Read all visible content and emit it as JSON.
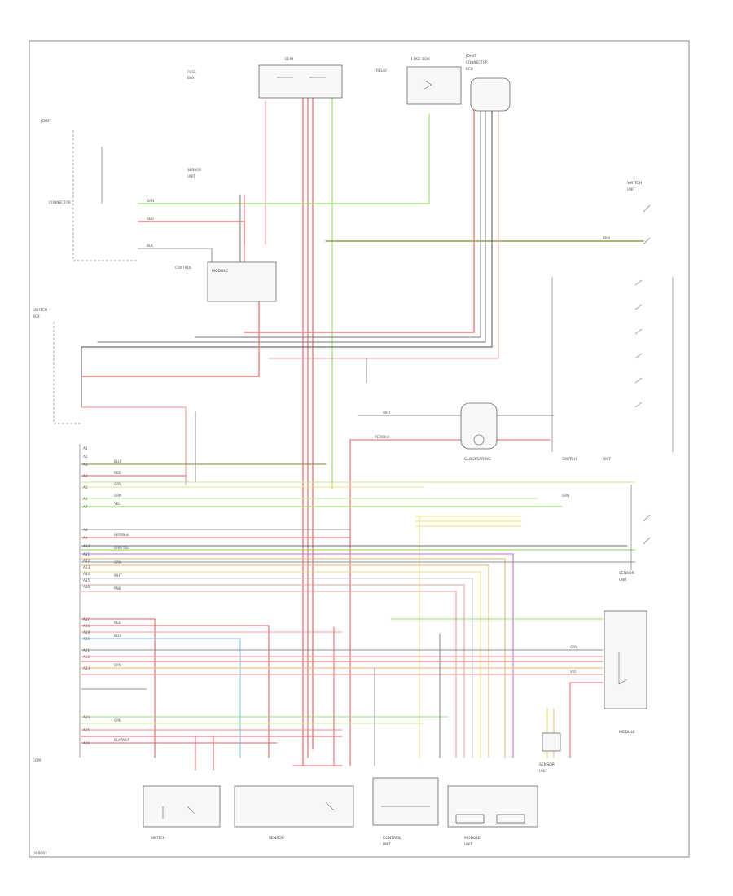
{
  "colors": {
    "red": "#f07a7a",
    "pink": "#f3a0a0",
    "green": "#9adf6f",
    "light_green": "#c8ef9d",
    "yellow": "#eee27a",
    "gray": "#8f8f8f",
    "dark_gray": "#6d6d6d",
    "olive": "#9a9a50",
    "orange": "#f2c08a",
    "blue": "#8fd4f0",
    "purple": "#c58ae0",
    "light_gray": "#c7c7c7"
  },
  "components": {
    "c1": [
      "ECM",
      "FUSE",
      "BOX"
    ],
    "c2": [
      "FUSE BOX",
      "RELAY"
    ],
    "c3": [
      "JOINT",
      "CONNECTOR",
      "ECU"
    ],
    "c4": [
      "JOINT",
      "CONNECTOR"
    ],
    "c5": [
      "MODULE",
      "CONTROL"
    ],
    "c6": [
      "SENSOR",
      "UNIT"
    ],
    "c7": [
      "SWITCH",
      "BOX"
    ],
    "c8": [
      "CLOCKSPRING"
    ],
    "c9": [
      "SWITCH",
      "UNIT"
    ],
    "c10": [
      "SWITCH",
      "UNIT"
    ],
    "c11": [
      "SENSOR",
      "UNIT"
    ],
    "c12": [
      "MODULE"
    ],
    "c13": [
      "SENSOR",
      "UNIT"
    ],
    "c14": [
      "SWITCH"
    ],
    "c15": [
      "SENSOR"
    ],
    "c16": [
      "CONTROL",
      "UNIT"
    ],
    "c17": [
      "MODULE",
      "UNIT"
    ]
  },
  "wire_labels": [
    "RED",
    "GRN",
    "BLK",
    "WHT",
    "YEL",
    "GRY",
    "ORN",
    "BRN",
    "PNK",
    "BLU",
    "VIO",
    "RED/BLK",
    "GRN/YEL",
    "BLK/WHT"
  ],
  "pin_labels": [
    "A1",
    "A2",
    "A3",
    "A4",
    "A5",
    "A6",
    "A7",
    "A8",
    "A9",
    "A10",
    "A11",
    "A12",
    "A13",
    "A14",
    "A15",
    "A16",
    "A17",
    "A18",
    "A19",
    "A20",
    "A21",
    "A22",
    "A23",
    "A24",
    "A25",
    "A26"
  ],
  "footer": {
    "code": "G00001"
  }
}
